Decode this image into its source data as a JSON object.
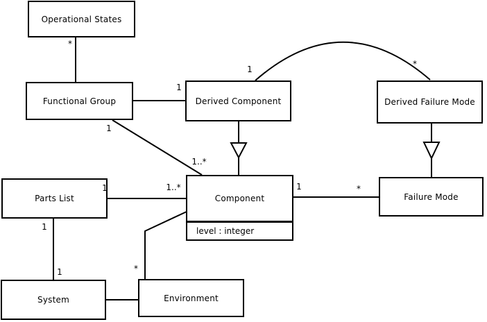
{
  "diagram": {
    "type": "uml-class-diagram",
    "classes": [
      {
        "id": "operational-states",
        "name": "Operational States"
      },
      {
        "id": "functional-group",
        "name": "Functional Group"
      },
      {
        "id": "derived-component",
        "name": "Derived Component"
      },
      {
        "id": "derived-failure-mode",
        "name": "Derived Failure Mode"
      },
      {
        "id": "parts-list",
        "name": "Parts List"
      },
      {
        "id": "component",
        "name": "Component",
        "attributes": [
          "level : integer"
        ]
      },
      {
        "id": "failure-mode",
        "name": "Failure Mode"
      },
      {
        "id": "system",
        "name": "System"
      },
      {
        "id": "environment",
        "name": "Environment"
      }
    ],
    "edges": [
      {
        "from": "Operational States",
        "to": "Functional Group",
        "from_label": "*"
      },
      {
        "from": "Functional Group",
        "to": "Derived Component",
        "to_label": "1"
      },
      {
        "from": "Functional Group",
        "to": "Component",
        "from_label": "1",
        "to_label": "1..*"
      },
      {
        "from": "Derived Component",
        "to": "Derived Failure Mode",
        "from_label": "1",
        "to_label": "*",
        "shape": "arc"
      },
      {
        "from": "Derived Component",
        "to": "Component",
        "type": "generalization"
      },
      {
        "from": "Derived Failure Mode",
        "to": "Failure Mode",
        "type": "generalization"
      },
      {
        "from": "Parts List",
        "to": "Component",
        "from_label": "1",
        "to_label": "1..*"
      },
      {
        "from": "Component",
        "to": "Failure Mode",
        "from_label": "1",
        "to_label": "*"
      },
      {
        "from": "Parts List",
        "to": "System",
        "from_label": "1",
        "to_label": "1"
      },
      {
        "from": "System",
        "to": "Environment"
      },
      {
        "from": "Environment",
        "to": "Component",
        "from_label": "*"
      }
    ],
    "labels": [
      {
        "text": "*"
      },
      {
        "text": "1"
      },
      {
        "text": "1"
      },
      {
        "text": "1..*"
      },
      {
        "text": "1"
      },
      {
        "text": "*"
      },
      {
        "text": "1"
      },
      {
        "text": "1..*"
      },
      {
        "text": "1"
      },
      {
        "text": "*"
      },
      {
        "text": "1"
      },
      {
        "text": "1"
      },
      {
        "text": "*"
      }
    ]
  },
  "colors": {
    "background": "#ffffff",
    "box_fill": "#ffffff",
    "line": "#000000",
    "text": "#000000"
  }
}
